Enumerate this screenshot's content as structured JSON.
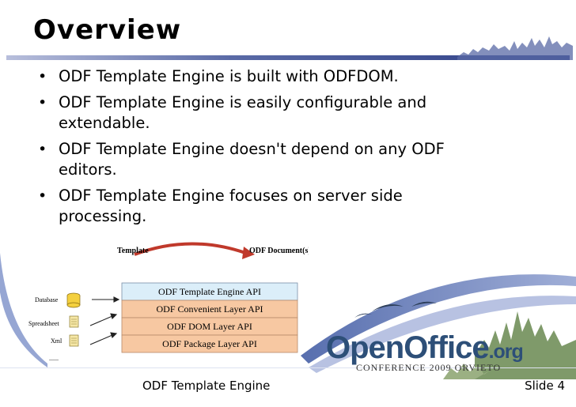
{
  "slide": {
    "title": "Overview",
    "bullets": [
      {
        "line1": "ODF Template Engine is built with ODFDOM.",
        "line2": ""
      },
      {
        "line1": "ODF Template Engine is easily configurable and",
        "line2": "extendable."
      },
      {
        "line1": "ODF Template Engine doesn't depend on any ODF",
        "line2": "editors."
      },
      {
        "line1": "ODF Template Engine focuses on server side",
        "line2": "processing."
      }
    ],
    "bullet_glyph": "•"
  },
  "diagram": {
    "template_label": "Template",
    "output_label": "ODF Document(s)",
    "sources": [
      "Database",
      "Spreadsheet",
      "Xml",
      "......"
    ],
    "layers": [
      {
        "label": "ODF Template Engine API",
        "color": "#dbeef9"
      },
      {
        "label": "ODF Convenient Layer API",
        "color": "#f7c8a2"
      },
      {
        "label": "ODF DOM Layer API",
        "color": "#f7c8a2"
      },
      {
        "label": "ODF Package Layer API",
        "color": "#f7c8a2"
      }
    ],
    "arrow_color": "#c0392b"
  },
  "logo": {
    "name_main": "OpenOffice",
    "name_suffix": ".org",
    "conference": "CONFERENCE 2009 ORVIETO"
  },
  "footer": {
    "center": "ODF Template Engine",
    "right": "Slide 4"
  },
  "colors": {
    "accent_blue": "#2e3f86",
    "skyline_green": "#7f9a6a",
    "logo_blue": "#2d4f78"
  }
}
